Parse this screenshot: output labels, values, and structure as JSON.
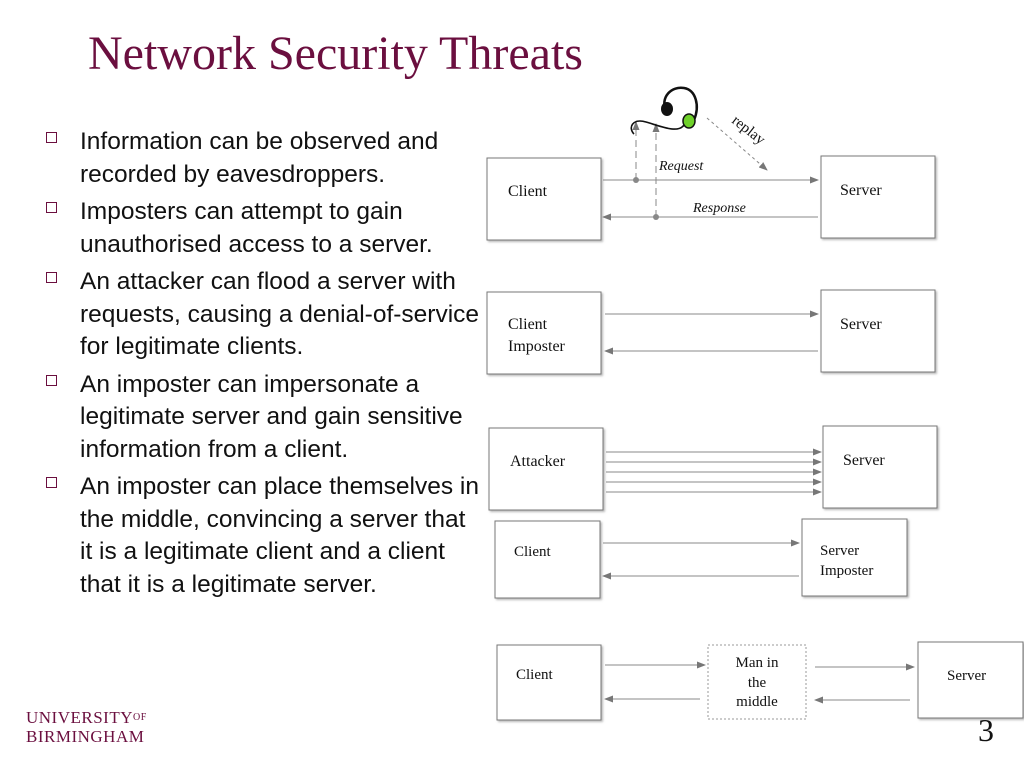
{
  "slide": {
    "title": "Network Security Threats",
    "bullets": [
      "Information can be observed and recorded by eavesdroppers.",
      "Imposters can attempt to gain unauthorised access to a server.",
      "An attacker can flood a server with requests, causing a denial-of-service for legitimate clients.",
      "An imposter can impersonate a legitimate server and gain sensitive information from a client.",
      "An imposter can place themselves in the middle, convincing a server that it is a legitimate client and a client that it is a legitimate server."
    ],
    "page_number": "3"
  },
  "logo": {
    "line1_a": "UNIVERSITY",
    "line1_b": "OF",
    "line2": "BIRMINGHAM"
  },
  "diagram": {
    "eavesdrop": {
      "client": "Client",
      "server": "Server",
      "request": "Request",
      "response": "Response",
      "replay": "replay",
      "icon": "headset-icon"
    },
    "imposter": {
      "client_line1": "Client",
      "client_line2": "Imposter",
      "server": "Server"
    },
    "dos": {
      "attacker": "Attacker",
      "server": "Server"
    },
    "server_imposter": {
      "client": "Client",
      "server_line1": "Server",
      "server_line2": "Imposter"
    },
    "mitm": {
      "client": "Client",
      "mitm_line1": "Man in",
      "mitm_line2": "the",
      "mitm_line3": "middle",
      "server": "Server"
    }
  }
}
